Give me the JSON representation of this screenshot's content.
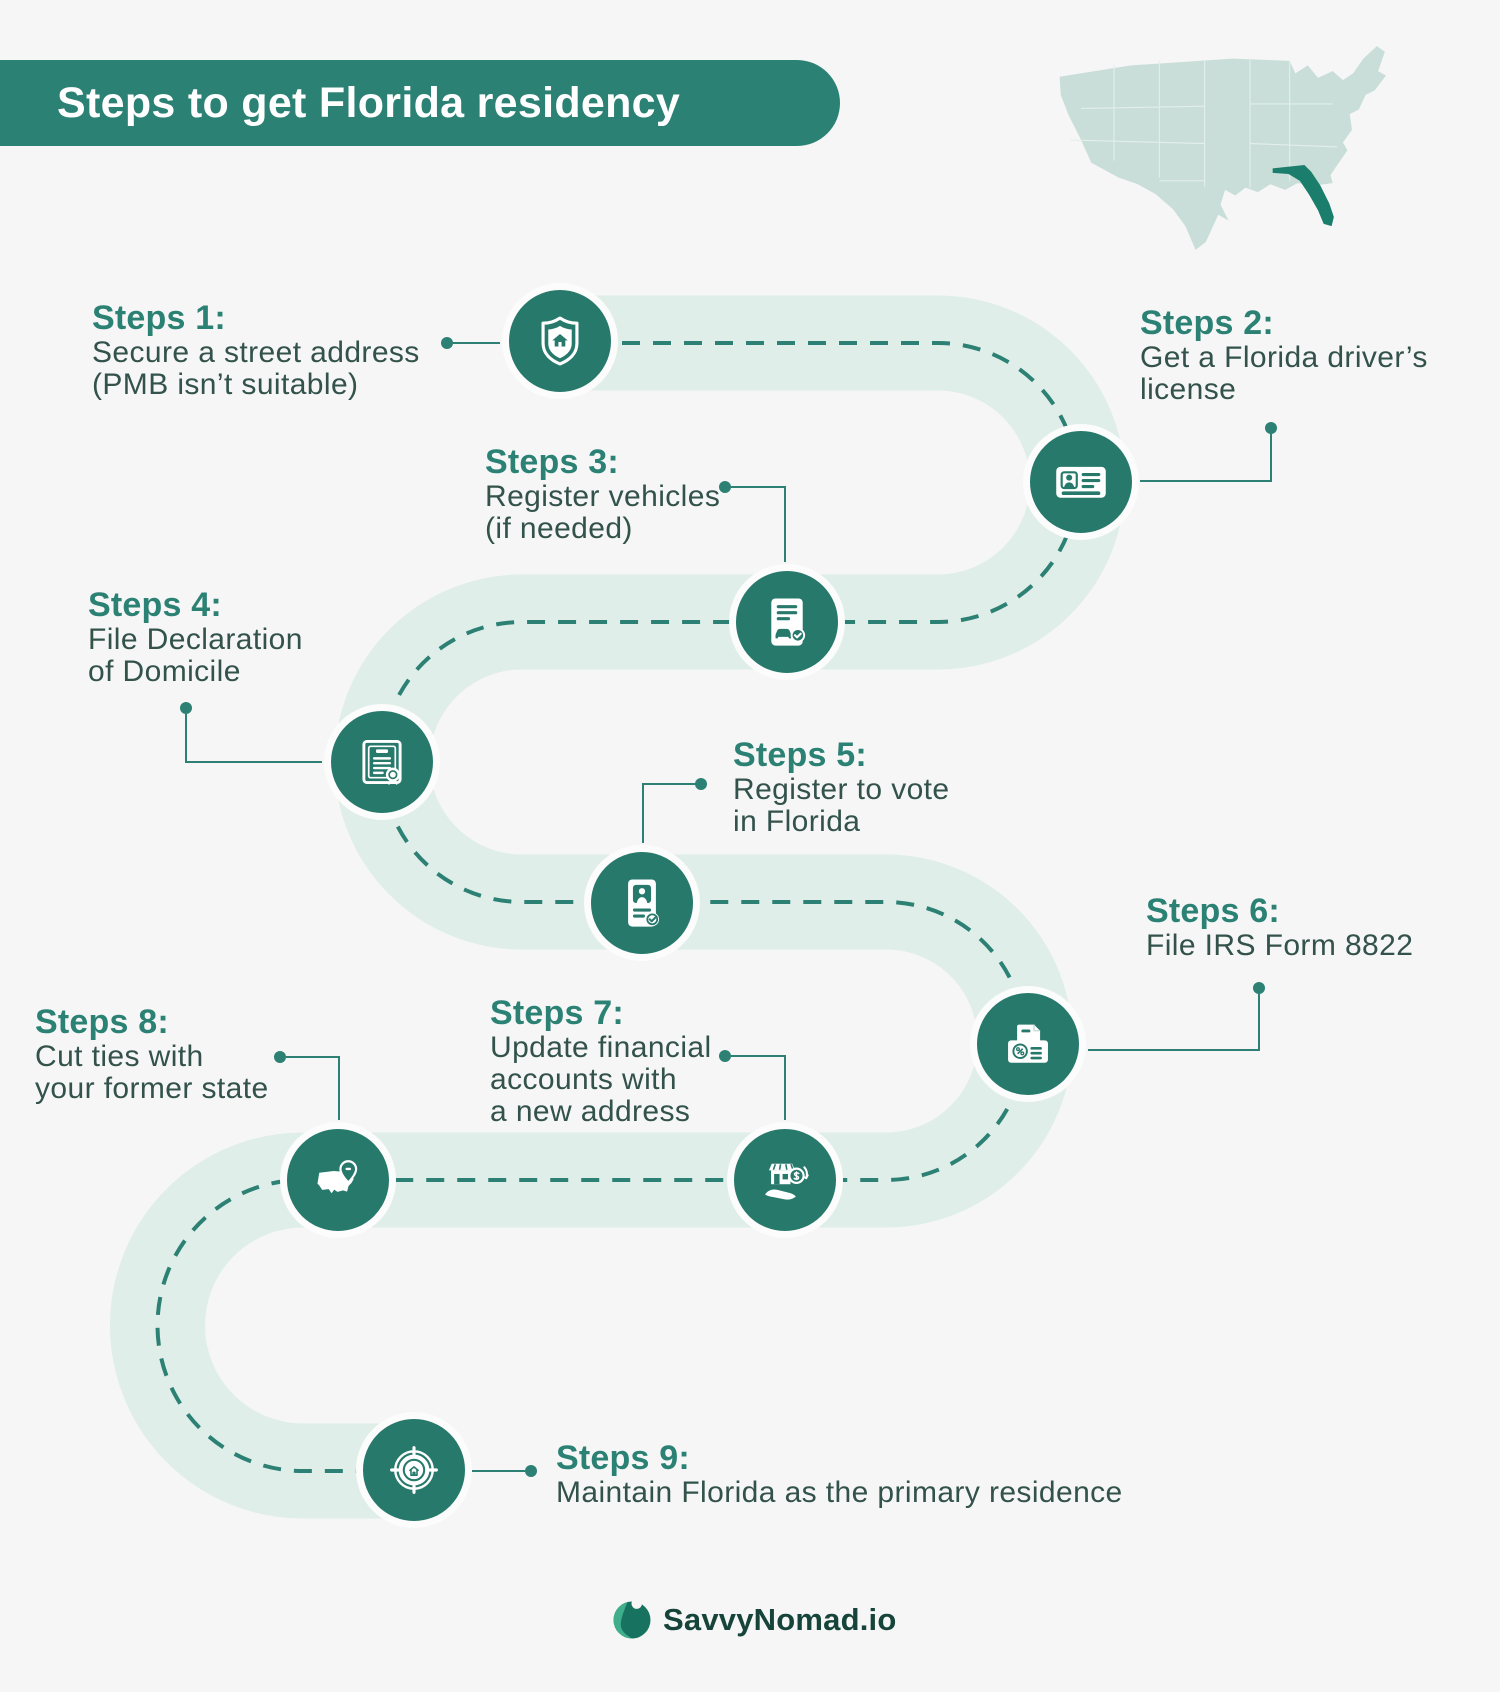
{
  "title": {
    "text": "Steps to get Florida residency"
  },
  "map": {
    "alt": "United States map with Florida highlighted"
  },
  "steps": [
    {
      "heading": "Steps 1:",
      "lines": [
        "Secure a street address",
        "(PMB isn’t suitable)"
      ],
      "icon": "shield-home"
    },
    {
      "heading": "Steps 2:",
      "lines": [
        "Get a Florida driver’s",
        "license"
      ],
      "icon": "drivers-license"
    },
    {
      "heading": "Steps 3:",
      "lines": [
        "Register vehicles",
        "(if needed)"
      ],
      "icon": "vehicle-registration"
    },
    {
      "heading": "Steps 4:",
      "lines": [
        "File Declaration",
        "of Domicile"
      ],
      "icon": "certificate"
    },
    {
      "heading": "Steps 5:",
      "lines": [
        "Register to vote",
        "in Florida"
      ],
      "icon": "voter-card"
    },
    {
      "heading": "Steps 6:",
      "lines": [
        "File IRS Form 8822"
      ],
      "icon": "tax-folder"
    },
    {
      "heading": "Steps 7:",
      "lines": [
        "Update financial",
        "accounts with",
        "a new address"
      ],
      "icon": "hand-store"
    },
    {
      "heading": "Steps 8:",
      "lines": [
        "Cut ties with",
        "your former state"
      ],
      "icon": "map-pin"
    },
    {
      "heading": "Steps 9:",
      "lines": [
        "Maintain Florida as the primary residence"
      ],
      "icon": "home-target"
    }
  ],
  "footer": {
    "brand": "SavvyNomad.io"
  },
  "colors": {
    "background": "#f5f6f5",
    "banner_teal": "#2b8174",
    "circle_teal": "#27796c",
    "band_mint": "#dfeee8",
    "dash_teal": "#2c8074",
    "body_text": "#33524b",
    "heading_text": "#2b8174",
    "map_light": "#c9ded8",
    "map_florida": "#1b7e6c",
    "logo_text": "#16443a"
  }
}
